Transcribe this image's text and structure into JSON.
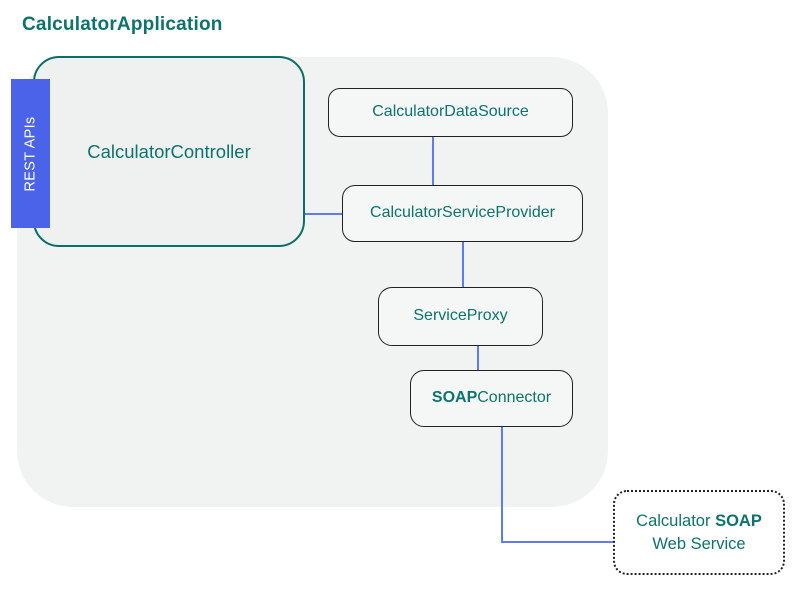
{
  "title": "CalculatorApplication",
  "colors": {
    "teal": "#0d746d",
    "teal_border": "#0b6e67",
    "blue_badge": "#4a63e8",
    "edge_blue": "#5d7cf3",
    "boundary_gray": "#f1f3f3",
    "node_fill": "#f5f6f6",
    "node_border": "#222222"
  },
  "nodes": {
    "controller": {
      "label": "CalculatorController"
    },
    "rest_apis": {
      "label": "REST APIs"
    },
    "data_source": {
      "label": "CalculatorDataSource"
    },
    "service_provider": {
      "label": "CalculatorServiceProvider"
    },
    "service_proxy": {
      "label": "ServiceProxy"
    },
    "soap_connector": {
      "bold_part": "SOAP",
      "regular_part": "Connector"
    },
    "soap_web_service": {
      "word1": "Calculator",
      "word2_bold": "SOAP",
      "line2": "Web Service"
    }
  },
  "edges": [
    {
      "from": "CalculatorController",
      "to": "CalculatorServiceProvider",
      "shape": "horizontal"
    },
    {
      "from": "CalculatorDataSource",
      "to": "CalculatorServiceProvider",
      "shape": "vertical"
    },
    {
      "from": "CalculatorServiceProvider",
      "to": "ServiceProxy",
      "shape": "vertical"
    },
    {
      "from": "ServiceProxy",
      "to": "SOAPConnector",
      "shape": "vertical"
    },
    {
      "from": "SOAPConnector",
      "to": "Calculator SOAP Web Service",
      "shape": "elbow-down-right"
    }
  ]
}
